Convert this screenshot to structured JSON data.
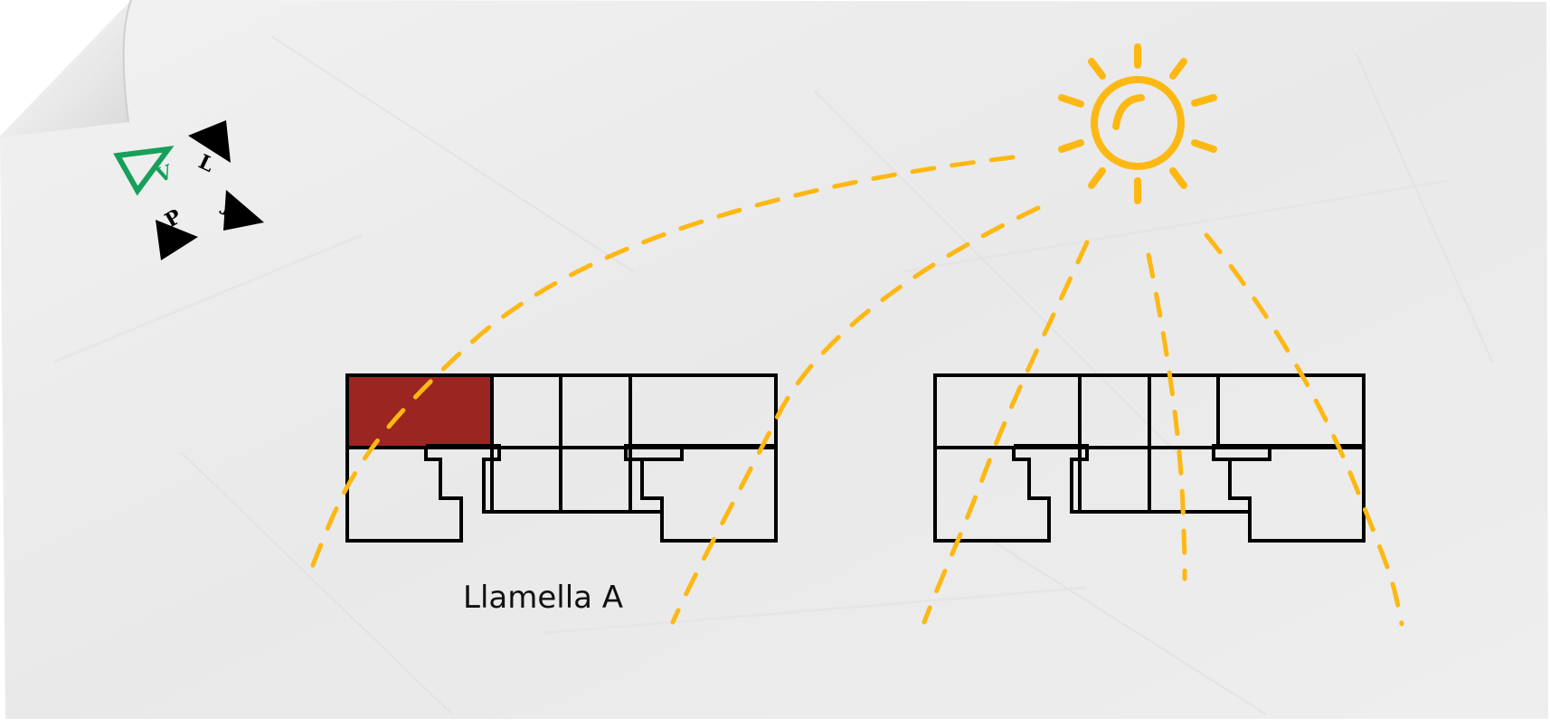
{
  "logo": {
    "letters": [
      "V",
      "L",
      "J",
      "P"
    ],
    "accent_color": "#16A05A",
    "icon": "logo-arrows-icon"
  },
  "sun": {
    "icon": "sun-icon",
    "color": "#FDB813"
  },
  "building_a": {
    "label": "Llamella A",
    "highlight_color": "#9B2520"
  },
  "paper": {
    "style": "crumpled-paper",
    "icon": "page-curl-icon"
  }
}
